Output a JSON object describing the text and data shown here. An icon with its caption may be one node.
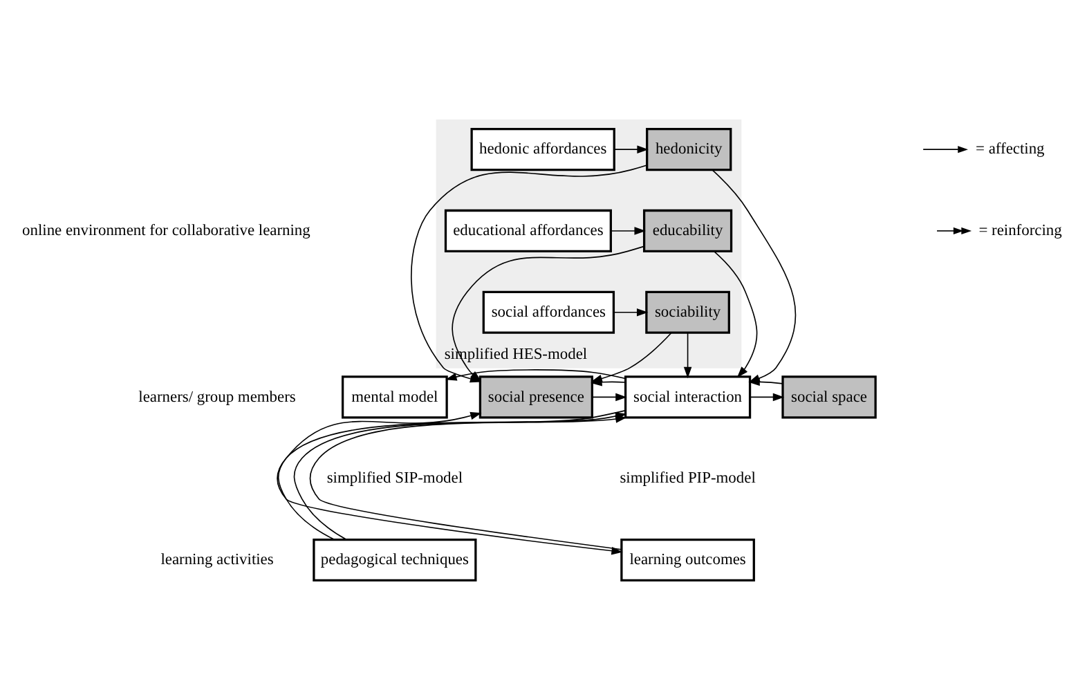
{
  "diagram": {
    "nodes": [
      {
        "text": [
          "simplified HES-model"
        ]
      },
      {
        "text": [
          "hedonic affordances"
        ],
        "in": 0
      },
      {
        "text": [
          "hedonicity"
        ],
        "in": 0
      },
      {
        "text": [
          "educational affordances"
        ],
        "in": 0
      },
      {
        "text": [
          "educability"
        ],
        "in": 0
      },
      {
        "text": [
          "social affordances"
        ],
        "in": 0
      },
      {
        "text": [
          "sociability"
        ],
        "in": 0
      },
      {
        "text": [
          "mental model"
        ],
        "beside": [
          "simplified SIP-model"
        ]
      },
      {
        "text": [
          "social presence"
        ]
      },
      {
        "text": [
          "social interaction"
        ],
        "beside": [
          "simplified PIP-model"
        ]
      },
      {
        "text": [
          "social space"
        ]
      },
      {
        "text": [
          "pedagogical techniques"
        ]
      },
      {
        "text": [
          "learning outcomes"
        ]
      }
    ],
    "edges": [
      {
        "from": 1,
        "to": 2,
        "arrow": "to"
      },
      {
        "from": 3,
        "to": 4,
        "arrow": "to"
      },
      {
        "from": 5,
        "to": 6,
        "arrow": "to"
      },
      {
        "from": 2,
        "to": 8,
        "arrow": "to"
      },
      {
        "from": 4,
        "to": 8,
        "arrow": "to"
      },
      {
        "from": 6,
        "to": 8,
        "arrow": "to"
      },
      {
        "from": 2,
        "to": 9,
        "arrow": "to"
      },
      {
        "from": 4,
        "to": 9,
        "arrow": "to"
      },
      {
        "from": 6,
        "to": 9,
        "arrow": "to"
      },
      {
        "from": 9,
        "to": 7,
        "arrow": "to"
      },
      {
        "from": 8,
        "to": 9,
        "arrow": "to"
      },
      {
        "from": 9,
        "to": 8,
        "arrow": "to"
      },
      {
        "from": 9,
        "to": 10,
        "arrow": "to"
      },
      {
        "from": 10,
        "to": 9,
        "arrow": "to"
      },
      {
        "from": 11,
        "to": 8,
        "arrow": "to"
      },
      {
        "from": 11,
        "to": 9,
        "arrow": "to"
      },
      {
        "from": 9,
        "to": 12,
        "arrow": "to"
      },
      {
        "from": 12,
        "to": 9,
        "arrow": "to"
      }
    ],
    "labels": [
      "online environment for collaborative learning",
      "learners/ group members",
      "learning activities"
    ],
    "legend": [
      {
        "text": "= affecting"
      },
      {
        "text": "= reinforcing"
      }
    ]
  }
}
